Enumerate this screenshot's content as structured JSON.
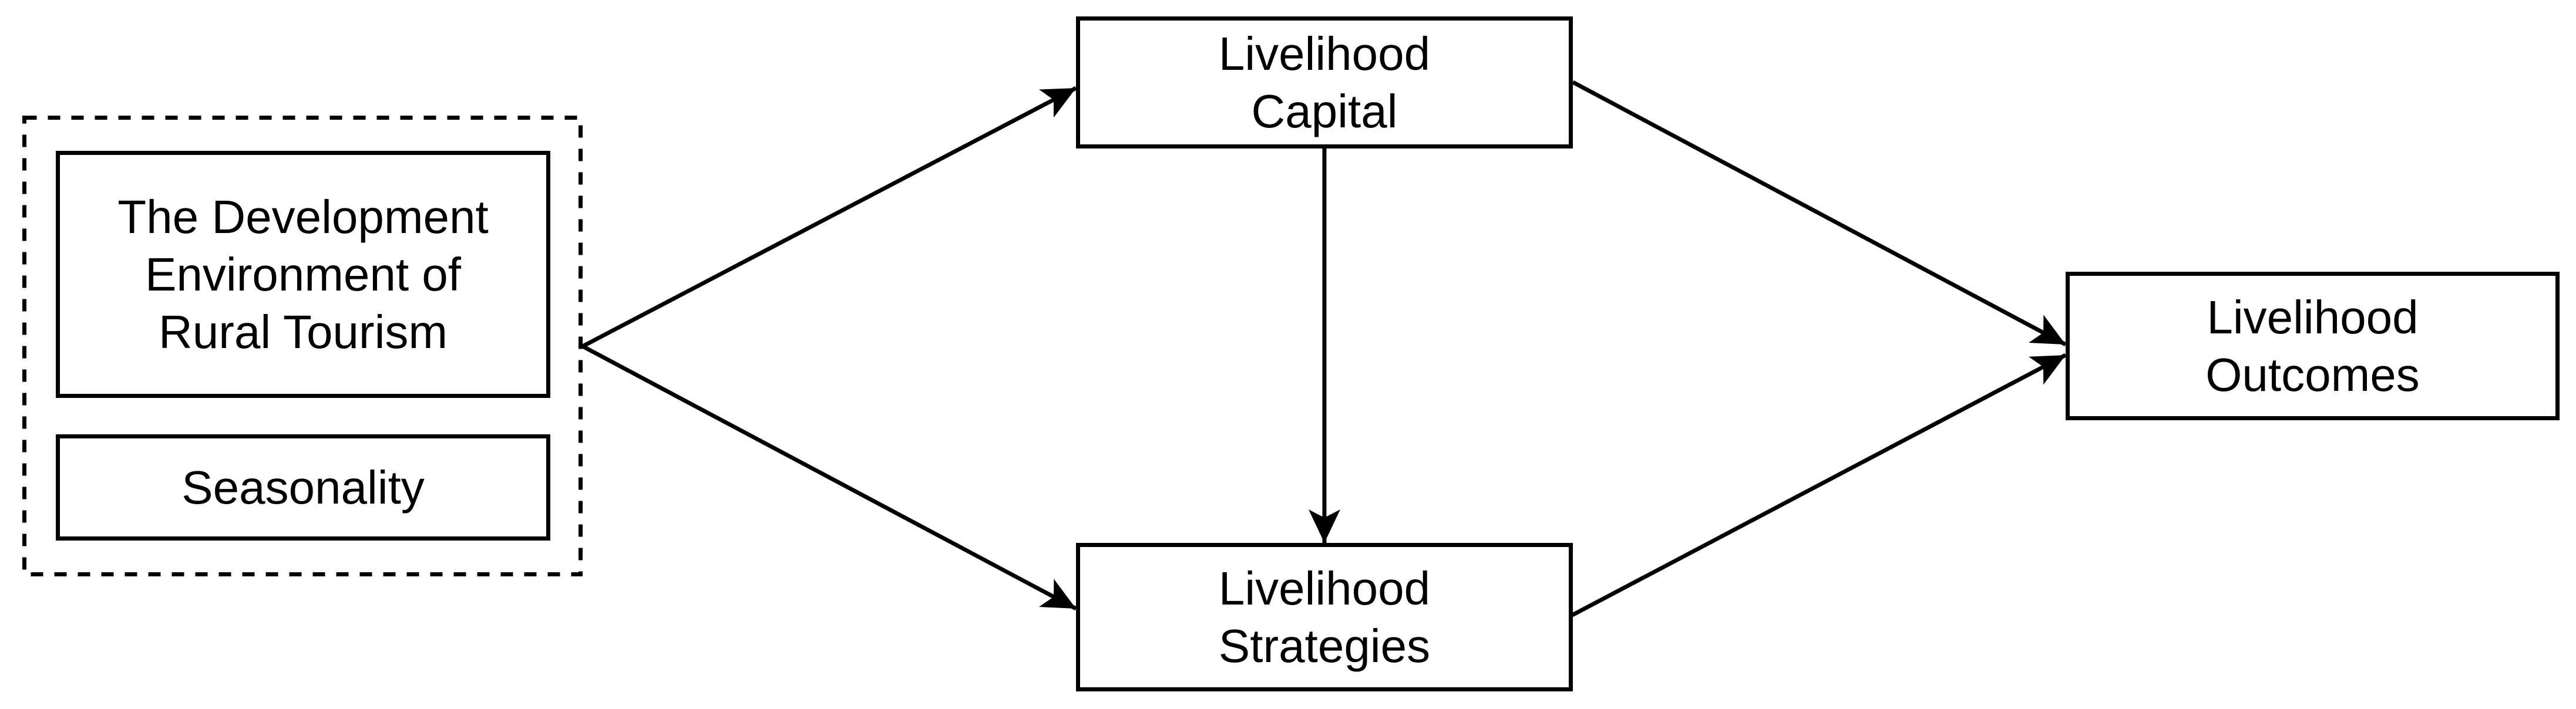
{
  "diagram": {
    "style": {
      "background": "#ffffff",
      "stroke": "#000000",
      "text_color": "#000000"
    },
    "groups": {
      "antecedents": {
        "id": "rural-tourism-context-group",
        "border_style": "dashed",
        "members": [
          "development-environment",
          "seasonality"
        ]
      }
    },
    "nodes": {
      "development": {
        "id": "development-environment",
        "lines": [
          "The Development",
          "Environment of",
          "Rural Tourism"
        ]
      },
      "seasonality": {
        "id": "seasonality",
        "lines": [
          "Seasonality"
        ]
      },
      "capital": {
        "id": "livelihood-capital",
        "lines": [
          "Livelihood",
          "Capital"
        ]
      },
      "strategies": {
        "id": "livelihood-strategies",
        "lines": [
          "Livelihood",
          "Strategies"
        ]
      },
      "outcomes": {
        "id": "livelihood-outcomes",
        "lines": [
          "Livelihood",
          "Outcomes"
        ]
      }
    },
    "edges": [
      {
        "from": "rural-tourism-context-group",
        "to": "livelihood-capital",
        "type": "arrow"
      },
      {
        "from": "rural-tourism-context-group",
        "to": "livelihood-strategies",
        "type": "arrow"
      },
      {
        "from": "livelihood-capital",
        "to": "livelihood-strategies",
        "type": "arrow"
      },
      {
        "from": "livelihood-capital",
        "to": "livelihood-outcomes",
        "type": "arrow"
      },
      {
        "from": "livelihood-strategies",
        "to": "livelihood-outcomes",
        "type": "arrow"
      }
    ]
  }
}
